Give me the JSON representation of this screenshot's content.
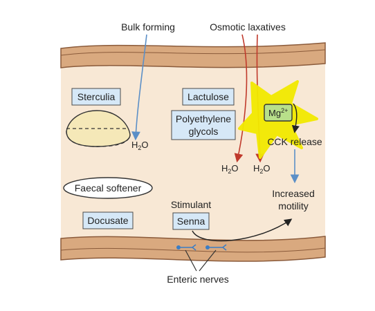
{
  "labels": {
    "bulk_forming": "Bulk forming",
    "osmotic_laxatives": "Osmotic laxatives",
    "sterculia": "Sterculia",
    "lactulose": "Lactulose",
    "polyethylene_line1": "Polyethylene",
    "polyethylene_line2": "glycols",
    "mg": "Mg",
    "mg_charge": "2+",
    "cck_release": "CCK release",
    "h2o_main": "H",
    "h2o_sub": "2",
    "h2o_tail": "O",
    "increased_line1": "Increased",
    "increased_line2": "motility",
    "faecal_softener": "Faecal softener",
    "docusate": "Docusate",
    "stimulant": "Stimulant",
    "senna": "Senna",
    "enteric_nerves": "Enteric nerves"
  },
  "colors": {
    "gut_wall": "#d9a97f",
    "gut_wall_edge": "#8a5a3a",
    "lumen": "#f8e8d5",
    "box_fill": "#d6e8f7",
    "box_edge": "#4a4a4a",
    "blue_arrow": "#5b8fc7",
    "red_arrow": "#c0392b",
    "highlight": "#f2ea00",
    "mg_box": "#b8e08a",
    "nerve": "#3b7dc4"
  }
}
